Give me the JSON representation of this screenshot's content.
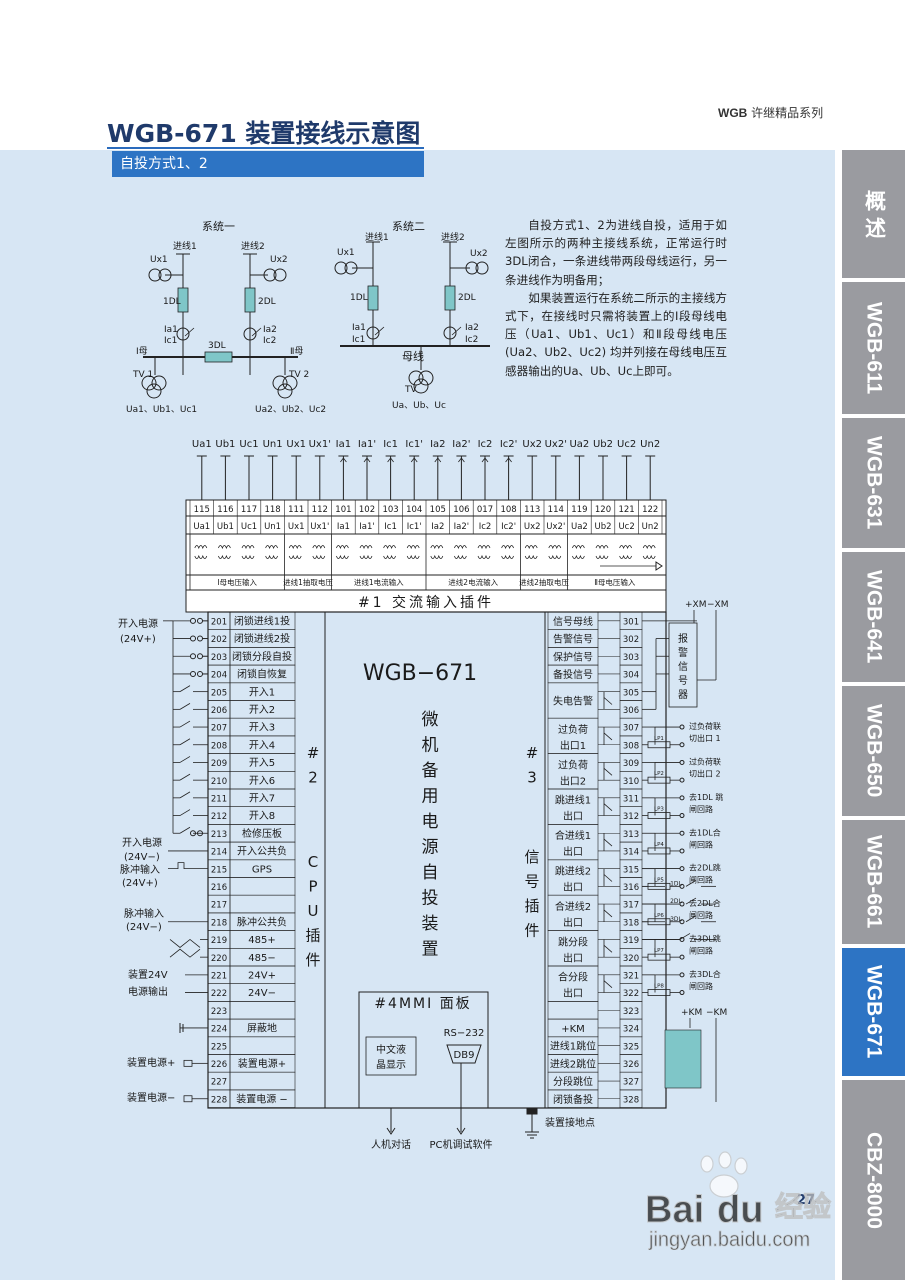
{
  "header": {
    "series_brand": "WGB",
    "series_label": "许继精品系列"
  },
  "title": "WGB-671 装置接线示意图",
  "section_label": "自投方式1、2",
  "side_tabs": [
    "概 述",
    "WGB-611",
    "WGB-631",
    "WGB-641",
    "WGB-650",
    "WGB-661",
    "WGB-671",
    "CBZ-8000"
  ],
  "active_tab": "WGB-671",
  "description": [
    "自投方式1、2为进线自投，适用于如左图所示的两种主接线系统，正常运行时3DL闭合，一条进线带两段母线运行，另一条进线作为明备用；",
    "如果装置运行在系统二所示的主接线方式下，在接线时只需将装置上的Ⅰ段母线电压（Ua1、Ub1、Uc1）和Ⅱ段母线电压(Ua2、Ub2、Uc2) 均并列接在母线电压互感器输出的Ua、Ub、Uc上即可。"
  ],
  "system1": {
    "title": "系统一",
    "line1": "进线1",
    "line2": "进线2",
    "ux1": "Ux1",
    "ux2": "Ux2",
    "b1": "1DL",
    "b2": "2DL",
    "b3": "3DL",
    "ia1": "Ia1",
    "ic1": "Ic1",
    "ia2": "Ia2",
    "ic2": "Ic2",
    "bus1": "Ⅰ母",
    "bus2": "Ⅱ母",
    "tv1": "TV 1",
    "tv2": "TV 2",
    "tv1_out": "Ua1、Ub1、Uc1",
    "tv2_out": "Ua2、Ub2、Uc2"
  },
  "system2": {
    "title": "系统二",
    "line1": "进线1",
    "line2": "进线2",
    "ux1": "Ux1",
    "ux2": "Ux2",
    "b1": "1DL",
    "b2": "2DL",
    "ia1": "Ia1",
    "ic1": "Ic1",
    "ia2": "Ia2",
    "ic2": "Ic2",
    "bus": "母线",
    "tv": "TV",
    "tv_out": "Ua、Ub、Uc"
  },
  "ac_signals": [
    "Ua1",
    "Ub1",
    "Uc1",
    "Un1",
    "Ux1",
    "Ux1'",
    "Ia1",
    "Ia1'",
    "Ic1",
    "Ic1'",
    "Ia2",
    "Ia2'",
    "Ic2",
    "Ic2'",
    "Ux2",
    "Ux2'",
    "Ua2",
    "Ub2",
    "Uc2",
    "Un2"
  ],
  "ac_pins": [
    "115",
    "116",
    "117",
    "118",
    "111",
    "112",
    "101",
    "102",
    "103",
    "104",
    "105",
    "106",
    "017",
    "108",
    "113",
    "114",
    "119",
    "120",
    "121",
    "122"
  ],
  "ac_cells": [
    "Ua1",
    "Ub1",
    "Uc1",
    "Un1",
    "Ux1",
    "Ux1'",
    "Ia1",
    "Ia1'",
    "Ic1",
    "Ic1'",
    "Ia2",
    "Ia2'",
    "Ic2",
    "Ic2'",
    "Ux2",
    "Ux2'",
    "Ua2",
    "Ub2",
    "Uc2",
    "Un2"
  ],
  "ac_groups": [
    "Ⅰ母电压输入",
    "进线1抽取电压",
    "进线1电流输入",
    "进线2电流输入",
    "进线2抽取电压",
    "Ⅱ母电压输入"
  ],
  "ac_plugin": "#1 交流输入插件",
  "cpu_rows": [
    {
      "pin": "201",
      "label": "闭锁进线1投"
    },
    {
      "pin": "202",
      "label": "闭锁进线2投"
    },
    {
      "pin": "203",
      "label": "闭锁分段自投"
    },
    {
      "pin": "204",
      "label": "闭锁自恢复"
    },
    {
      "pin": "205",
      "label": "开入1"
    },
    {
      "pin": "206",
      "label": "开入2"
    },
    {
      "pin": "207",
      "label": "开入3"
    },
    {
      "pin": "208",
      "label": "开入4"
    },
    {
      "pin": "209",
      "label": "开入5"
    },
    {
      "pin": "210",
      "label": "开入6"
    },
    {
      "pin": "211",
      "label": "开入7"
    },
    {
      "pin": "212",
      "label": "开入8"
    },
    {
      "pin": "213",
      "label": "检修压板"
    },
    {
      "pin": "214",
      "label": "开入公共负"
    },
    {
      "pin": "215",
      "label": "GPS"
    },
    {
      "pin": "216",
      "label": ""
    },
    {
      "pin": "217",
      "label": ""
    },
    {
      "pin": "218",
      "label": "脉冲公共负"
    },
    {
      "pin": "219",
      "label": "485+"
    },
    {
      "pin": "220",
      "label": "485−"
    },
    {
      "pin": "221",
      "label": "24V+"
    },
    {
      "pin": "222",
      "label": "24V−"
    },
    {
      "pin": "223",
      "label": ""
    },
    {
      "pin": "224",
      "label": "屏蔽地"
    },
    {
      "pin": "225",
      "label": ""
    },
    {
      "pin": "226",
      "label": "装置电源+"
    },
    {
      "pin": "227",
      "label": ""
    },
    {
      "pin": "228",
      "label": "装置电源 −"
    }
  ],
  "cpu_plugin": [
    "#",
    "2",
    "C",
    "P",
    "U",
    "插",
    "件"
  ],
  "left_labels": {
    "kairu_power_pos": "开入电源",
    "kairu_24v_pos": "(24V+)",
    "kairu_power_neg": "开入电源",
    "kairu_24v_neg": "(24V−)",
    "pulse_in_pos": "脉冲输入",
    "pulse_24v_pos": "(24V+)",
    "pulse_in_neg": "脉冲输入",
    "pulse_24v_neg": "(24V−)",
    "dev24v": "装置24V",
    "dev_out": "电源输出",
    "dev_pos": "装置电源+",
    "dev_neg": "装置电源−"
  },
  "device_model": "WGB−671",
  "device_desc": [
    "微",
    "机",
    "备",
    "用",
    "电",
    "源",
    "自",
    "投",
    "装",
    "置"
  ],
  "mmi_panel": {
    "title": "#4MMI 面板",
    "lcd": [
      "中文液",
      "晶显示"
    ],
    "rs232": "RS−232",
    "db9": "DB9"
  },
  "bottom_labels": {
    "hmi": "人机对话",
    "pc": "PC机调试软件",
    "ground": "装置接地点"
  },
  "signal_plugin": [
    "#",
    "3",
    "信",
    "号",
    "插",
    "件"
  ],
  "sig_rows": [
    {
      "pins": [
        "301"
      ],
      "label": [
        "信号母线"
      ]
    },
    {
      "pins": [
        "302"
      ],
      "label": [
        "告警信号"
      ]
    },
    {
      "pins": [
        "303"
      ],
      "label": [
        "保护信号"
      ]
    },
    {
      "pins": [
        "304"
      ],
      "label": [
        "备投信号"
      ]
    },
    {
      "pins": [
        "305",
        "306"
      ],
      "label": [
        "失电告警"
      ]
    },
    {
      "pins": [
        "307",
        "308"
      ],
      "label": [
        "过负荷",
        "出口1"
      ]
    },
    {
      "pins": [
        "309",
        "310"
      ],
      "label": [
        "过负荷",
        "出口2"
      ]
    },
    {
      "pins": [
        "311",
        "312"
      ],
      "label": [
        "跳进线1",
        "出口"
      ]
    },
    {
      "pins": [
        "313",
        "314"
      ],
      "label": [
        "合进线1",
        "出口"
      ]
    },
    {
      "pins": [
        "315",
        "316"
      ],
      "label": [
        "跳进线2",
        "出口"
      ]
    },
    {
      "pins": [
        "317",
        "318"
      ],
      "label": [
        "合进线2",
        "出口"
      ]
    },
    {
      "pins": [
        "319",
        "320"
      ],
      "label": [
        "跳分段",
        "出口"
      ]
    },
    {
      "pins": [
        "321",
        "322"
      ],
      "label": [
        "合分段",
        "出口"
      ]
    },
    {
      "pins": [
        "323"
      ],
      "label": [
        ""
      ]
    },
    {
      "pins": [
        "324"
      ],
      "label": [
        "+KM"
      ]
    },
    {
      "pins": [
        "325"
      ],
      "label": [
        "进线1跳位"
      ]
    },
    {
      "pins": [
        "326"
      ],
      "label": [
        "进线2跳位"
      ]
    },
    {
      "pins": [
        "327"
      ],
      "label": [
        "分段跳位"
      ]
    },
    {
      "pins": [
        "328"
      ],
      "label": [
        "闭锁备投"
      ]
    }
  ],
  "alarm_box": [
    "报",
    "警",
    "信",
    "号",
    "器"
  ],
  "xm": {
    "pos": "+XM",
    "neg": "−XM"
  },
  "km": {
    "pos": "+KM",
    "neg": "−KM"
  },
  "outputs": [
    {
      "lp": "LP1",
      "text": [
        "过负荷联",
        "切出口 1"
      ]
    },
    {
      "lp": "LP2",
      "text": [
        "过负荷联",
        "切出口 2"
      ]
    },
    {
      "lp": "LP3",
      "text": [
        "去1DL 跳",
        "闸回路"
      ]
    },
    {
      "lp": "LP4",
      "text": [
        "去1DL合",
        "闸回路"
      ]
    },
    {
      "lp": "LP5",
      "text": [
        "去2DL跳",
        "闸回路"
      ]
    },
    {
      "lp": "LP6",
      "text": [
        "去2DL合",
        "闸回路"
      ]
    },
    {
      "lp": "LP7",
      "text": [
        "去3DL跳",
        "闸回路"
      ]
    },
    {
      "lp": "LP8",
      "text": [
        "去3DL合",
        "闸回路"
      ]
    }
  ],
  "dl_contacts": [
    "1DL",
    "2DL",
    "3DL"
  ],
  "page_number": "27",
  "watermark": {
    "brand": "Bai",
    "brand2": "du",
    "cn": "经验",
    "url": "jingyan.baidu.com"
  }
}
